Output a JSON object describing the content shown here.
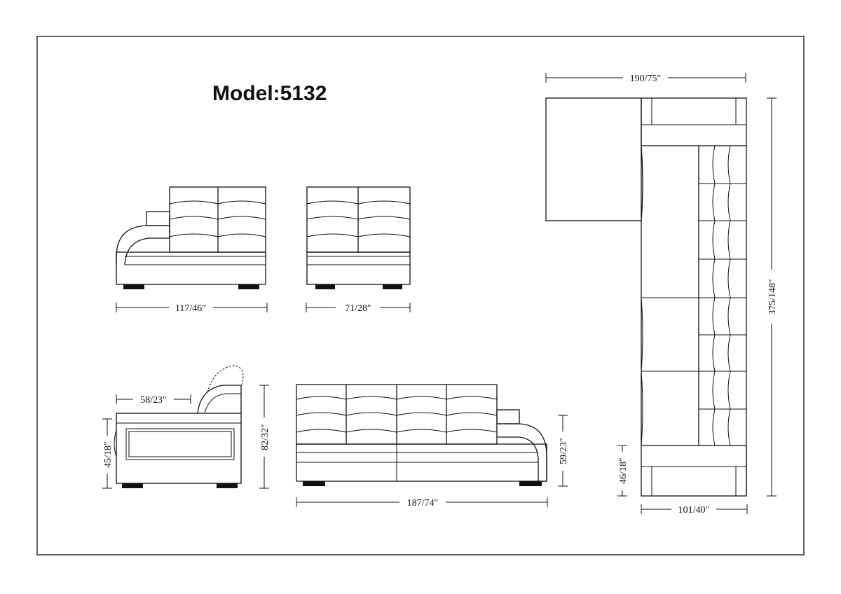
{
  "model_title": "Model:5132",
  "dimensions": {
    "left_chaise_width": "117/46″",
    "armless_seat_width": "71/28″",
    "side_depth": "58/23″",
    "side_seat_height": "45/18″",
    "side_total_height": "82/32″",
    "sofa_width": "187/74″",
    "sofa_arm_height": "59/23″",
    "top_total_width": "190/75″",
    "top_total_length": "375/148″",
    "top_chaise_width": "101/40″",
    "top_seat_depth": "46/18″"
  }
}
